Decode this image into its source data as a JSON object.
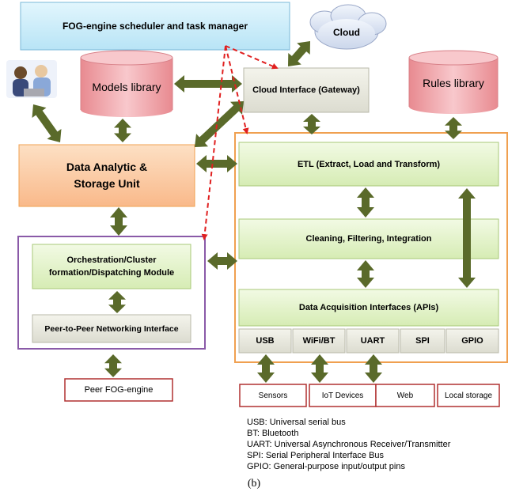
{
  "scheduler": "FOG-engine scheduler and task manager",
  "cloud": "Cloud",
  "models_library": "Models library",
  "cloud_interface": "Cloud Interface (Gateway)",
  "rules_library": "Rules library",
  "data_analytic": [
    "Data Analytic &",
    "Storage Unit"
  ],
  "etl": "ETL (Extract, Load and Transform)",
  "cleaning": "Cleaning, Filtering, Integration",
  "orchestration": [
    "Orchestration/Cluster",
    "formation/Dispatching Module"
  ],
  "p2p": "Peer-to-Peer Networking Interface",
  "acquisition": "Data Acquisition Interfaces (APIs)",
  "ports": [
    "USB",
    "WiFi/BT",
    "UART",
    "SPI",
    "GPIO"
  ],
  "peer_fog": "Peer FOG-engine",
  "sources": [
    "Sensors",
    "IoT Devices",
    "Web",
    "Local storage"
  ],
  "legend": [
    "USB: Universal serial bus",
    "BT: Bluetooth",
    "UART: Universal Asynchronous Receiver/Transmitter",
    "SPI: Serial Peripheral Interface Bus",
    "GPIO: General-purpose input/output pins"
  ],
  "caption": "(b)",
  "colors": {
    "arrow_green": "#5a6a2a",
    "dashed_red": "#e02020",
    "light_green": "#dff0c0",
    "orange_fill": "#fcc89a",
    "blue_fill": "#c9ecf8",
    "pink_fill": "#f4b8bc",
    "purple_border": "#8a5aa8",
    "orange_border": "#f0a050",
    "red_border": "#b03030"
  }
}
